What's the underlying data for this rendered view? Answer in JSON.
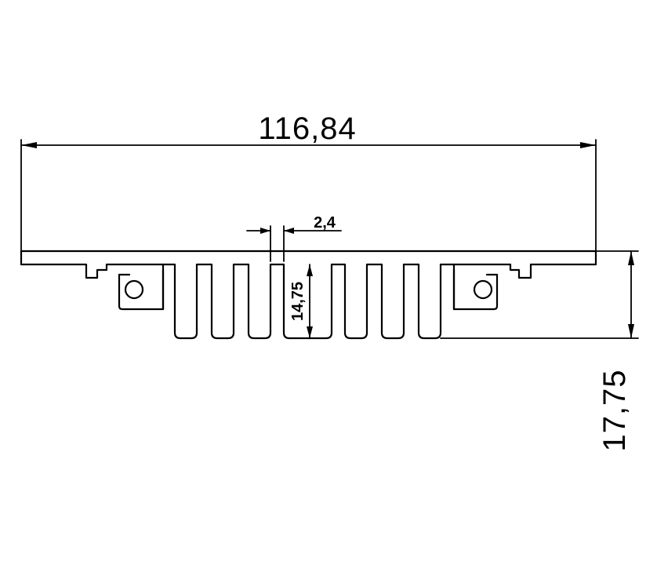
{
  "drawing": {
    "dimensions": {
      "overall_width": "116,84",
      "fin_thickness": "2,4",
      "fin_height": "14,75",
      "overall_height": "17,75"
    }
  }
}
